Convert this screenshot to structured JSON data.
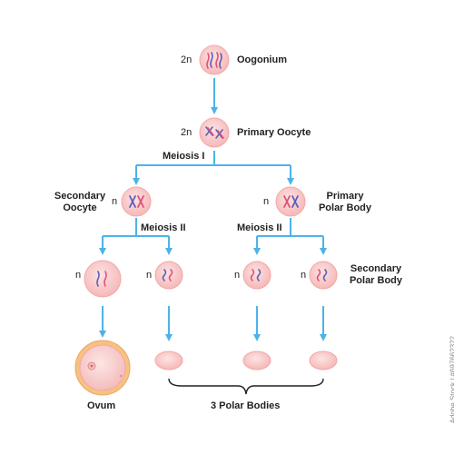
{
  "diagram": {
    "labels": {
      "oogonium": "Oogonium",
      "primary_oocyte": "Primary Oocyte",
      "meiosis_1": "Meiosis I",
      "secondary_oocyte_line1": "Secondary",
      "secondary_oocyte_line2": "Oocyte",
      "primary_polar_body_line1": "Primary",
      "primary_polar_body_line2": "Polar Body",
      "meiosis_2_left": "Meiosis II",
      "meiosis_2_right": "Meiosis II",
      "secondary_polar_body_line1": "Secondary",
      "secondary_polar_body_line2": "Polar Body",
      "ovum": "Ovum",
      "polar_bodies": "3 Polar Bodies"
    },
    "ploidy": {
      "oogonium": "2n",
      "primary_oocyte": "2n",
      "secondary_oocyte": "n",
      "primary_polar_body": "n",
      "cell_1": "n",
      "cell_2": "n",
      "cell_3": "n",
      "cell_4": "n"
    },
    "colors": {
      "arrow": "#4db3e6",
      "cell_fill": "#f9c9c9",
      "cell_edge": "#f2a8a8",
      "chromosome_red": "#e0507a",
      "chromosome_blue": "#5a5fb8",
      "ovum_ring": "#f3b98a",
      "brace": "#222222"
    }
  },
  "watermark": {
    "side_id": "Adobe Stock | #697662322"
  }
}
